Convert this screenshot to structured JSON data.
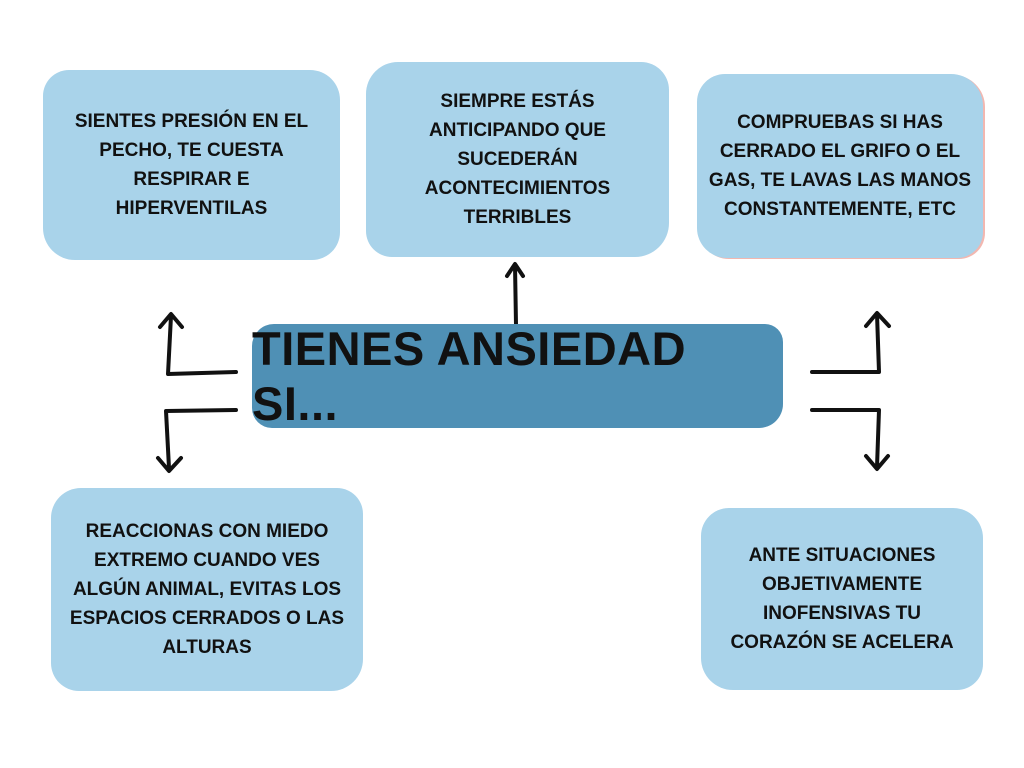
{
  "central": {
    "title": "TIENES ANSIEDAD SI..."
  },
  "boxes": {
    "top_left": [
      "SIENTES PRESIÓN EN EL",
      "PECHO, TE CUESTA",
      "RESPIRAR E",
      "HIPERVENTILAS"
    ],
    "top_center": [
      "SIEMPRE ESTÁS",
      "ANTICIPANDO QUE",
      "SUCEDERÁN",
      "ACONTECIMIENTOS",
      "TERRIBLES"
    ],
    "top_right": [
      "COMPRUEBAS SI HAS",
      "CERRADO EL GRIFO O EL",
      "GAS, TE LAVAS LAS MANOS",
      "CONSTANTEMENTE, ETC"
    ],
    "bottom_left": [
      "REACCIONAS CON MIEDO",
      "EXTREMO CUANDO VES",
      "ALGÚN ANIMAL, EVITAS LOS",
      "ESPACIOS CERRADOS O LAS",
      "ALTURAS"
    ],
    "bottom_right": [
      "ANTE SITUACIONES",
      "OBJETIVAMENTE",
      "INOFENSIVAS TU",
      "CORAZÓN SE ACELERA"
    ]
  },
  "colors": {
    "box_fill": "#a9d3ea",
    "center_fill": "#4f90b5",
    "arrow": "#111111",
    "text": "#111111"
  }
}
